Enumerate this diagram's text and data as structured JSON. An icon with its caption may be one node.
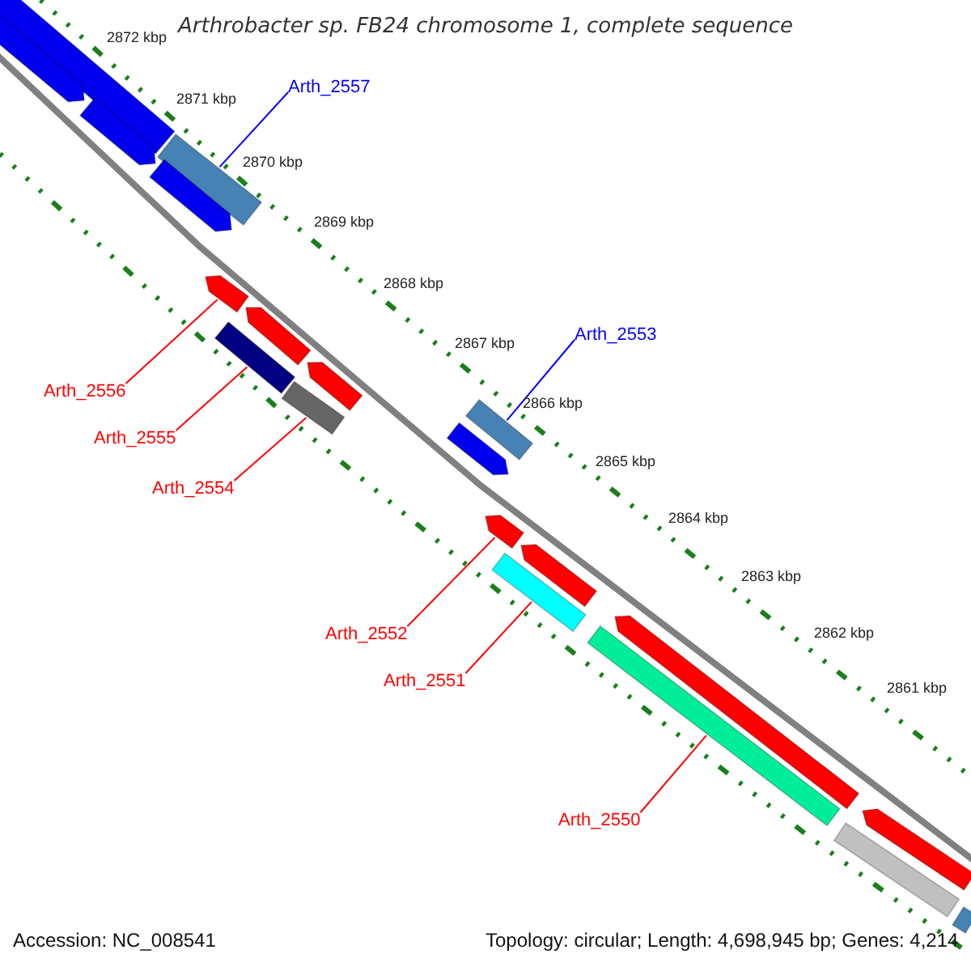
{
  "diagram": {
    "title": "Arthrobacter sp. FB24 chromosome 1, complete sequence",
    "nodes": [
      {
        "text": [
          "Arth_2557"
        ]
      },
      {
        "text": [],
        "shape": "bar"
      },
      {
        "text": [
          "Arth_2556"
        ]
      },
      {
        "text": [],
        "shape": "bar"
      },
      {
        "text": [
          "Arth_2555"
        ]
      },
      {
        "text": [],
        "shape": "bar"
      },
      {
        "text": [
          "Arth_2554"
        ]
      },
      {
        "text": [],
        "shape": "bar"
      },
      {
        "text": [
          "Arth_2553"
        ]
      },
      {
        "text": [],
        "shape": "bar"
      },
      {
        "text": [
          "Arth_2552"
        ]
      },
      {
        "text": [],
        "shape": "bar"
      },
      {
        "text": [
          "Arth_2551"
        ]
      },
      {
        "text": [],
        "shape": "bar"
      },
      {
        "text": [
          "Arth_2550"
        ]
      },
      {
        "text": [],
        "shape": "bar"
      },
      {
        "text": [],
        "shape": "bar"
      },
      {
        "text": [],
        "shape": "bar"
      },
      {
        "text": [],
        "shape": "bar"
      },
      {
        "text": [],
        "shape": "bar"
      },
      {
        "text": [],
        "shape": "bar"
      },
      {
        "text": [],
        "shape": "bar"
      },
      {
        "text": [],
        "shape": "bar"
      },
      {
        "text": [],
        "shape": "bar"
      },
      {
        "text": [],
        "shape": "bar"
      },
      {
        "text": [],
        "shape": "bar"
      },
      {
        "text": [],
        "shape": "bar"
      },
      {
        "text": [],
        "shape": "bar"
      }
    ],
    "edges": [
      {
        "from": 0,
        "to": 1,
        "arrow": "none",
        "color": "#0000ff"
      },
      {
        "from": 2,
        "to": 3,
        "arrow": "none"
      },
      {
        "from": 4,
        "to": 5,
        "arrow": "none"
      },
      {
        "from": 6,
        "to": 7,
        "arrow": "none"
      },
      {
        "from": 8,
        "to": 9,
        "arrow": "none",
        "color": "#0000ff"
      },
      {
        "from": 10,
        "to": 11,
        "arrow": "none"
      },
      {
        "from": 12,
        "to": 13,
        "arrow": "none"
      },
      {
        "from": 14,
        "to": 15,
        "arrow": "none"
      }
    ],
    "labels": [
      "2872 kbp",
      "2871 kbp",
      "2870 kbp",
      "2869 kbp",
      "2868 kbp",
      "2867 kbp",
      "2866 kbp",
      "2865 kbp",
      "2864 kbp",
      "2863 kbp",
      "2862 kbp",
      "2861 kbp",
      "Accession: NC_008541",
      "Topology: circular; Length: 4,698,945 bp; Genes: 4,214"
    ]
  }
}
